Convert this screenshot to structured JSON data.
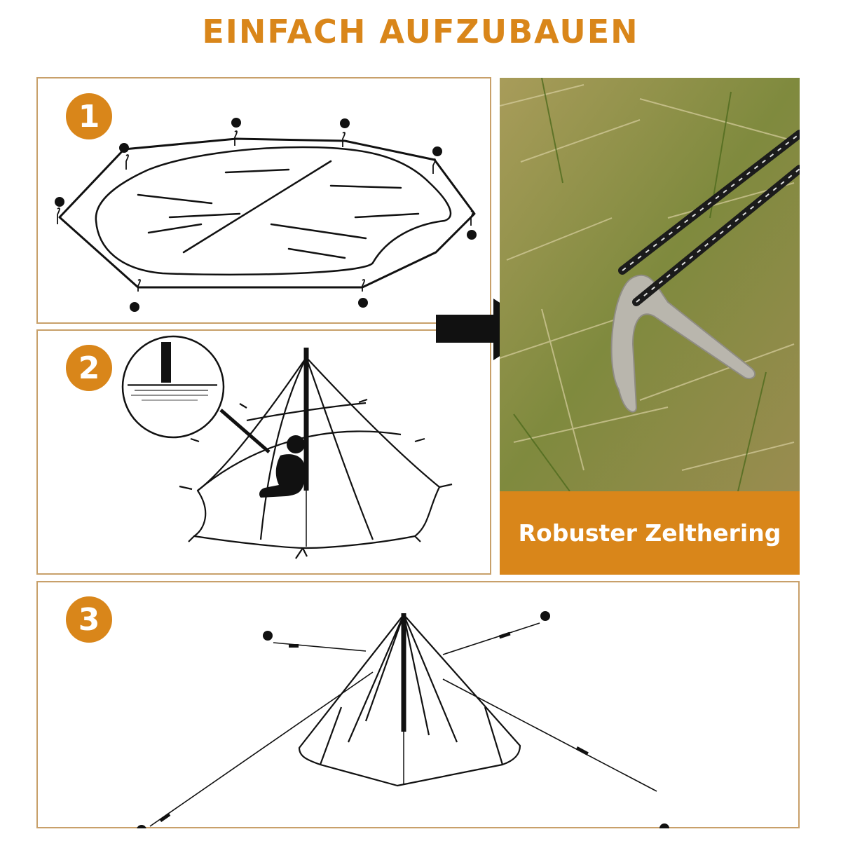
{
  "title": "EINFACH AUFZUBAUEN",
  "steps": [
    {
      "number": "1"
    },
    {
      "number": "2"
    },
    {
      "number": "3"
    }
  ],
  "photo": {
    "caption": "Robuster Zelthering"
  },
  "colors": {
    "accent": "#d9861a",
    "panel_border": "#c8a06a",
    "ink": "#111111"
  }
}
